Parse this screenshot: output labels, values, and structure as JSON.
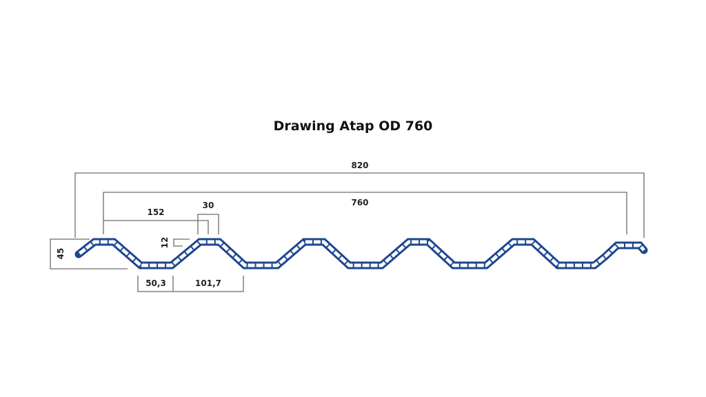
{
  "title": "Drawing Atap OD 760",
  "dimensions": {
    "overall_width": "820",
    "effective_width": "760",
    "pitch": "152",
    "rib_top": "30",
    "rib_step": "12",
    "height": "45",
    "valley": "50,3",
    "span": "101,7"
  },
  "colors": {
    "profile": "#1e4690",
    "dimension": "#6a6a6a"
  }
}
